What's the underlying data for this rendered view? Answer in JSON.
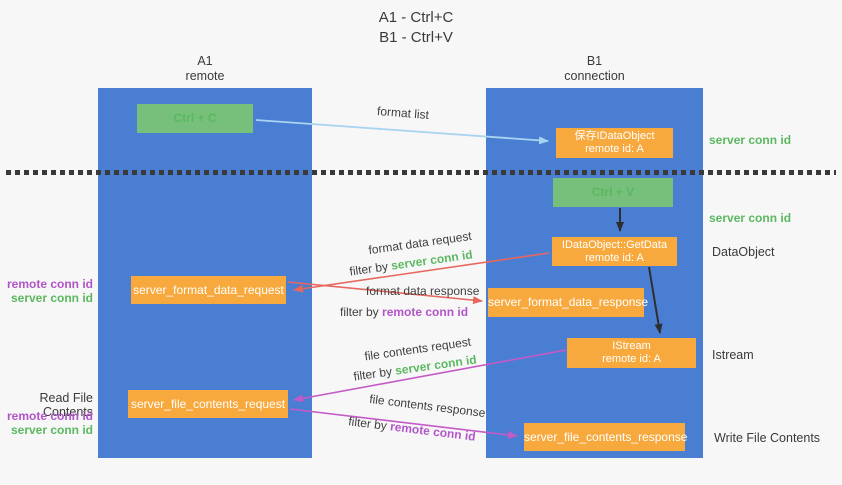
{
  "title": {
    "line1": "A1 - Ctrl+C",
    "line2": "B1 - Ctrl+V"
  },
  "columns": {
    "a1": {
      "name": "A1",
      "subtitle": "remote"
    },
    "b1": {
      "name": "B1",
      "subtitle": "connection"
    }
  },
  "boxes": {
    "ctrl_c": "Ctrl + C",
    "ctrl_v": "Ctrl + V",
    "save_idataobject": {
      "line1": "保存IDataObject",
      "line2": "remote id: A"
    },
    "getdata": {
      "line1": "IDataObject::GetData",
      "line2": "remote id: A"
    },
    "istream": {
      "line1": "IStream",
      "line2": "remote id: A"
    },
    "server_format_data_request": "server_format_data_request",
    "server_format_data_response": "server_format_data_response",
    "server_file_contents_request": "server_file_contents_request",
    "server_file_contents_response": "server_file_contents_response"
  },
  "flow_labels": {
    "format_list": "format list",
    "format_data_request": "format data request",
    "format_data_response": "format data response",
    "file_contents_request": "file contents request",
    "file_contents_response": "file contents response",
    "filter_by": "filter by",
    "server_conn_id": "server conn id",
    "remote_conn_id": "remote conn id"
  },
  "side_labels": {
    "left": {
      "remote_conn_id": "remote conn id",
      "server_conn_id": "server conn id",
      "read_file_contents": "Read File Contents"
    },
    "right": {
      "server_conn_id_top": "server conn id",
      "server_conn_id_mid": "server conn id",
      "data_object": "DataObject",
      "istream": "Istream",
      "write_file_contents": "Write File Contents"
    }
  },
  "colors": {
    "column_blue": "#4a7ed3",
    "box_green": "#77c07b",
    "box_orange": "#f7a93d",
    "arrow_blue": "#a9d4f0",
    "arrow_red": "#e8675d",
    "arrow_magenta": "#c45ac6",
    "arrow_black": "#2e2e2e",
    "text_green": "#5bb85f",
    "text_purple": "#b255c8",
    "text_dark": "#3a3a3a",
    "separator": "#3a3a3a",
    "bg": "#f7f7f8"
  }
}
